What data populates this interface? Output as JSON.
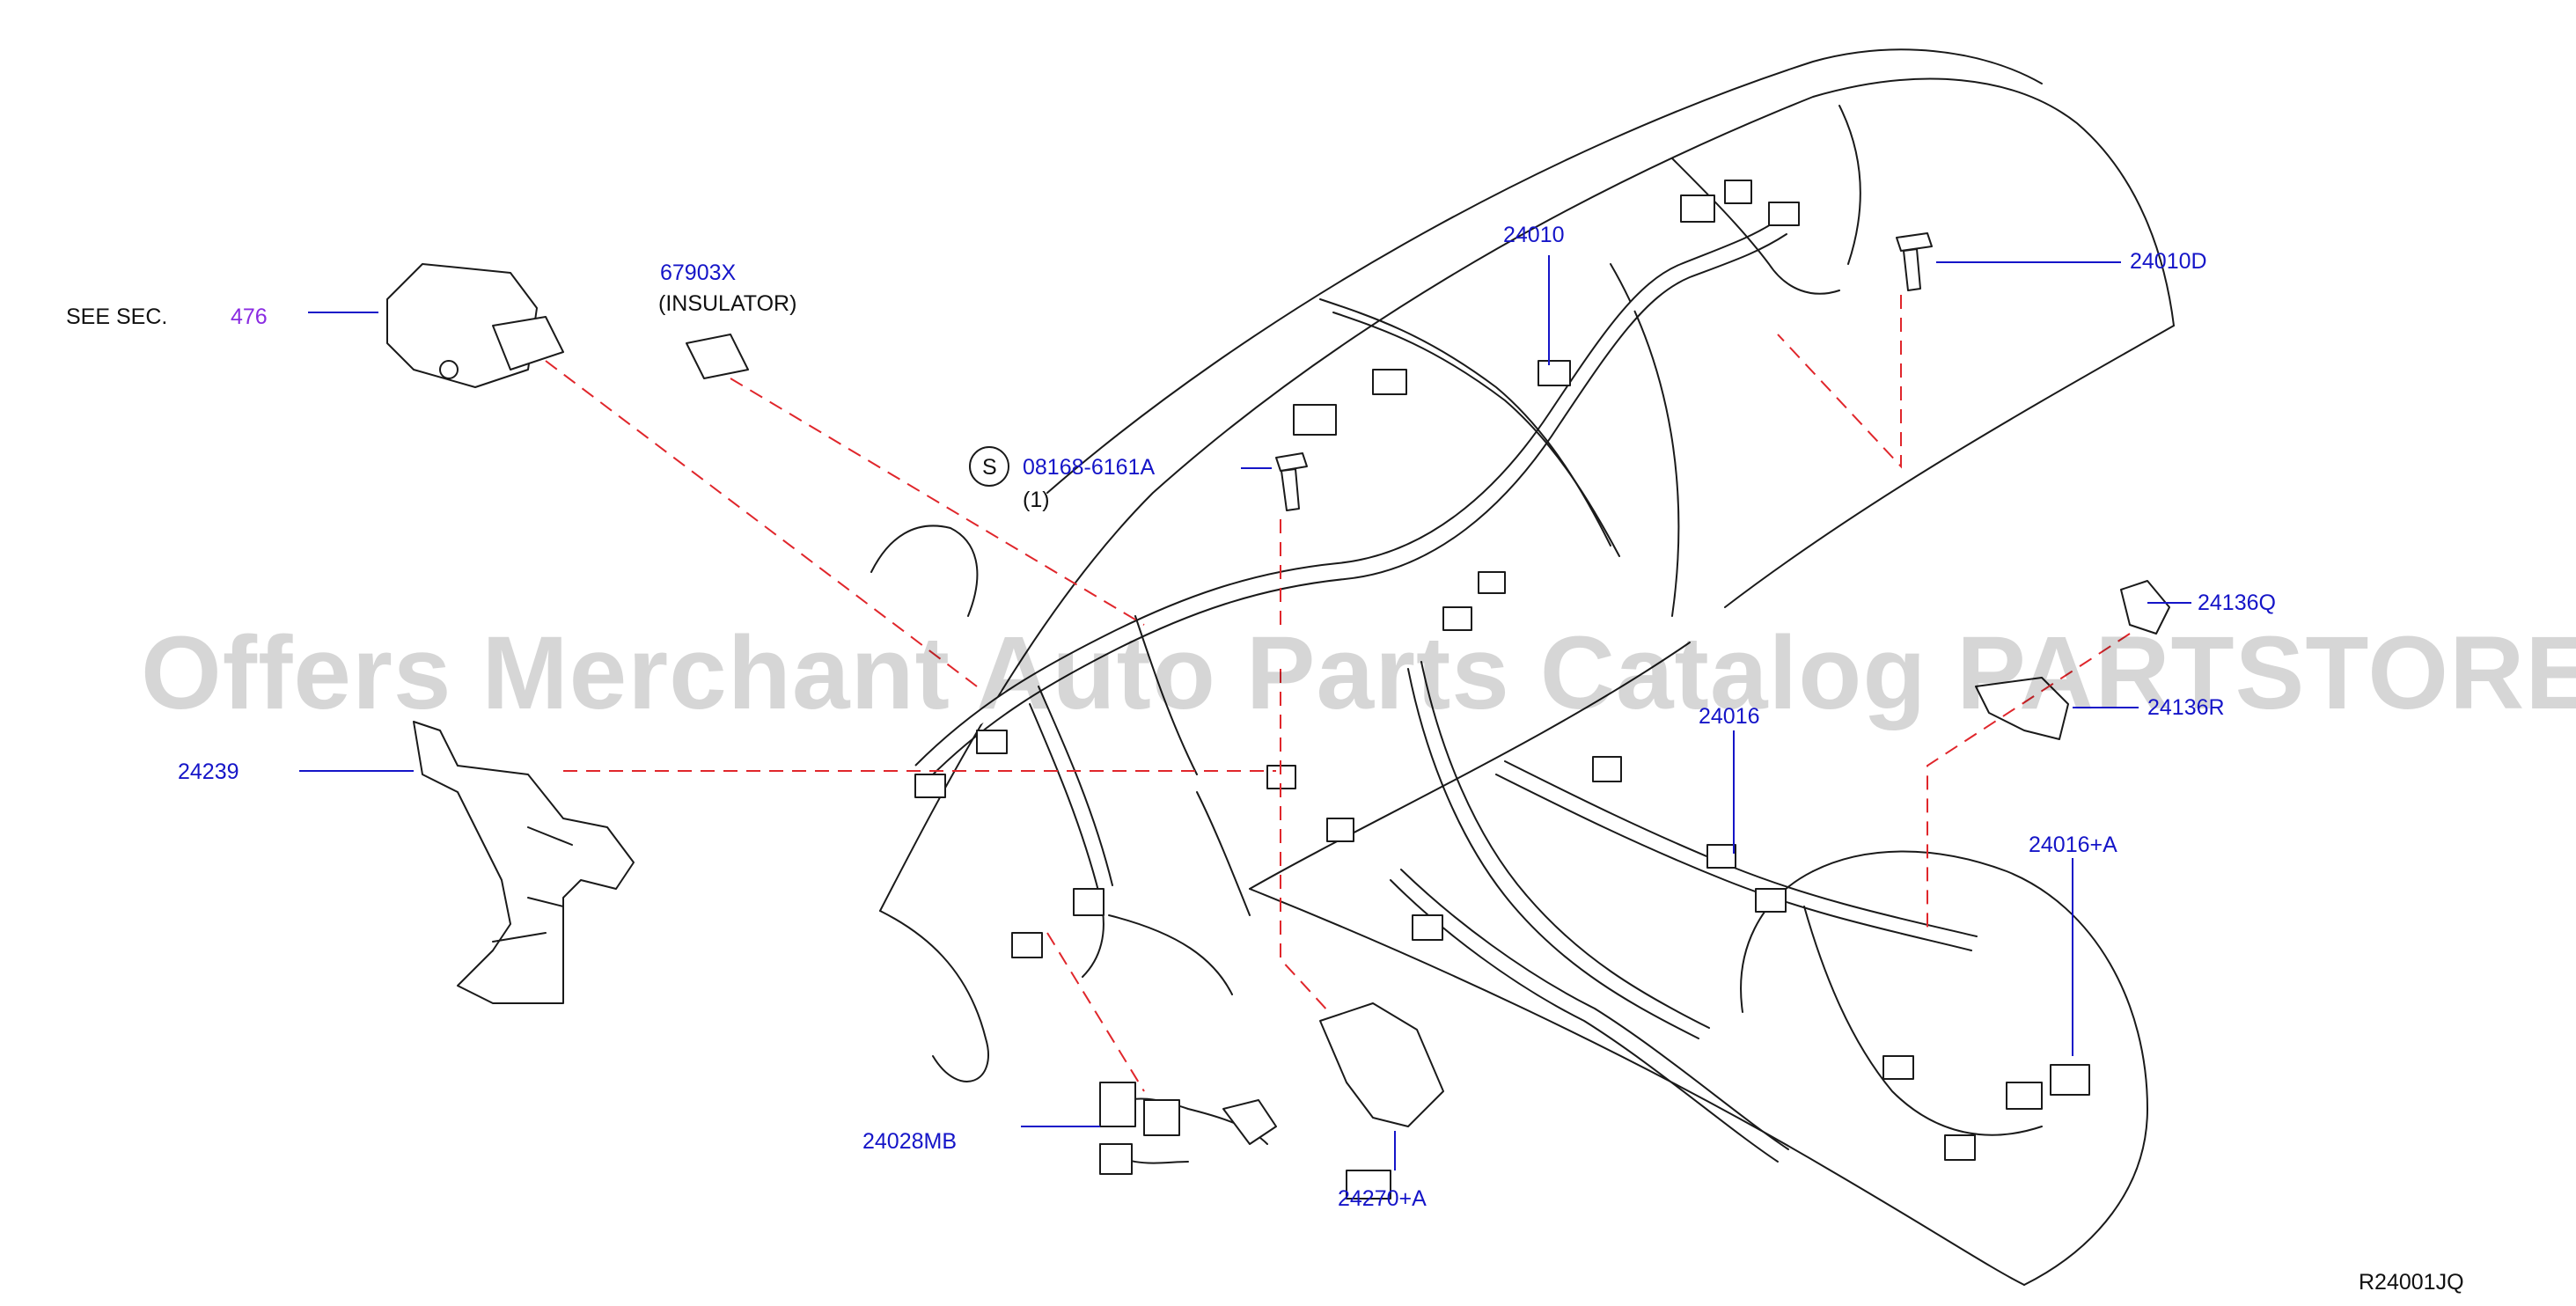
{
  "watermark": "Offers Merchant Auto Parts Catalog PARTSTORE.SA",
  "diagram_code": "R24001JQ",
  "labels": {
    "see_sec": "SEE   SEC.",
    "see_sec_num": "476",
    "p67903x": "67903X",
    "p67903x_note": "(INSULATOR)",
    "s_symbol": "S",
    "p08168": "08168-6161A",
    "p08168_qty": "(1)",
    "p24010": "24010",
    "p24010d": "24010D",
    "p24136q": "24136Q",
    "p24136r": "24136R",
    "p24016": "24016",
    "p24016a": "24016+A",
    "p24239": "24239",
    "p24028mb": "24028MB",
    "p24270a": "24270+A"
  },
  "colors": {
    "label_blue": "#1515c8",
    "reference_purple": "#8a2be2",
    "dashed_leader_red": "#e0262b",
    "line_art": "#1a1a1a"
  }
}
